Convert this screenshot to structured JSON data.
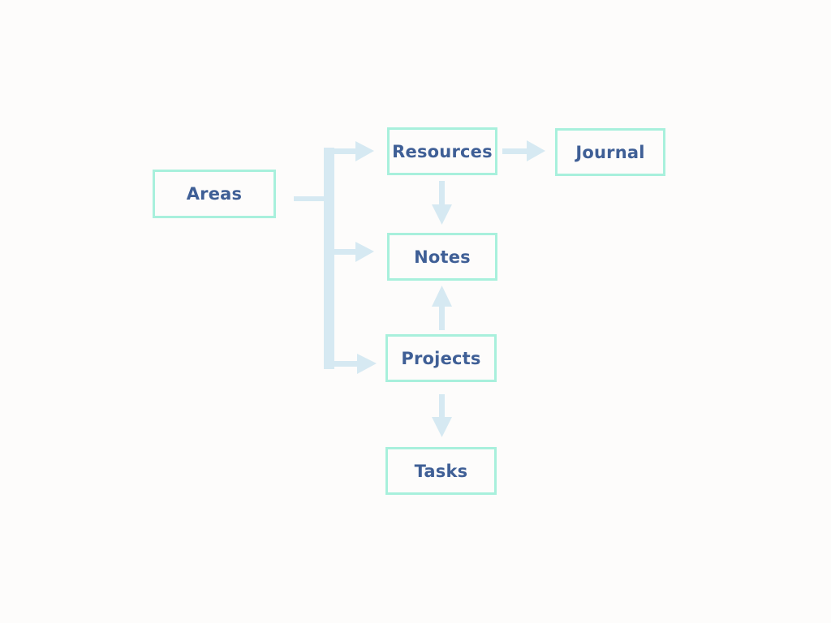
{
  "diagram": {
    "nodes": {
      "areas": "Areas",
      "resources": "Resources",
      "journal": "Journal",
      "notes": "Notes",
      "projects": "Projects",
      "tasks": "Tasks"
    },
    "colors": {
      "background": "#fdfcfb",
      "node_border": "#a8f0dc",
      "node_text": "#3f5f96",
      "arrow": "#d6e9f2"
    }
  }
}
